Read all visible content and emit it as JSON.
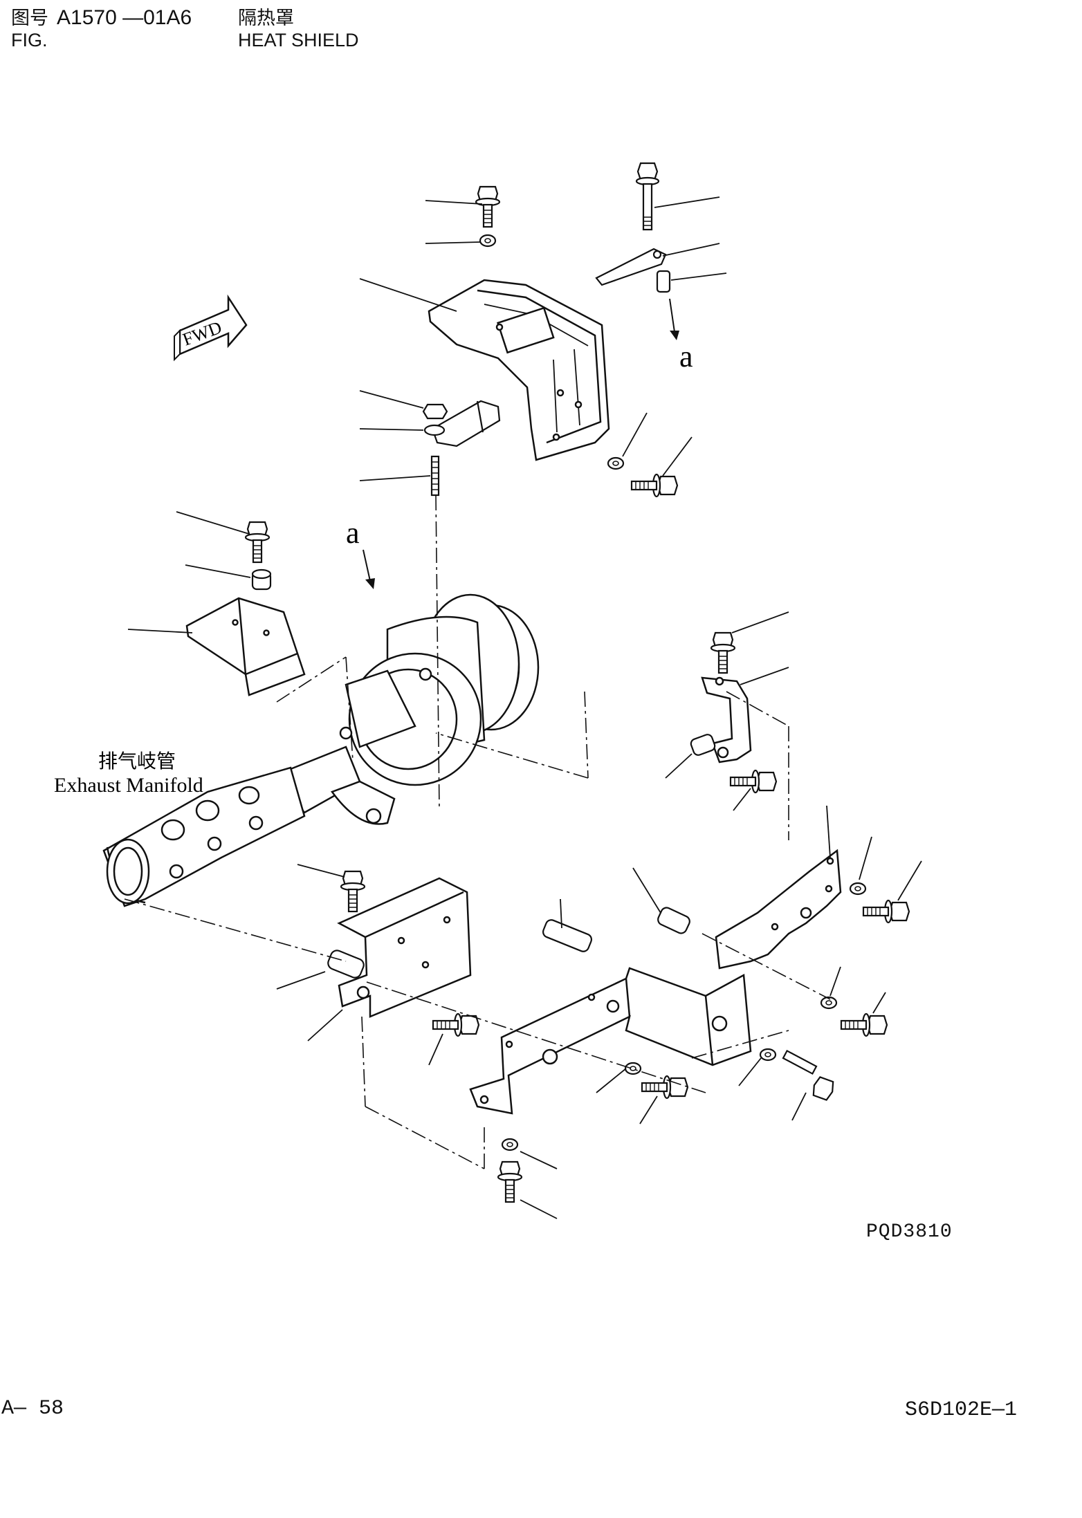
{
  "header": {
    "fig_label_cn": "图号",
    "fig_label_en": "FIG.",
    "fig_number": "A1570 —01A6",
    "title_cn": "隔热罩",
    "title_en": "HEAT SHIELD"
  },
  "diagram": {
    "fwd_label": "FWD",
    "callout_a_top": "a",
    "callout_a_mid": "a",
    "manifold_label_cn": "排气岐管",
    "manifold_label_en": "Exhaust Manifold"
  },
  "footer": {
    "drawing_code": "PQD3810",
    "page_number": "A— 58",
    "model_code": "S6D102E—1"
  }
}
